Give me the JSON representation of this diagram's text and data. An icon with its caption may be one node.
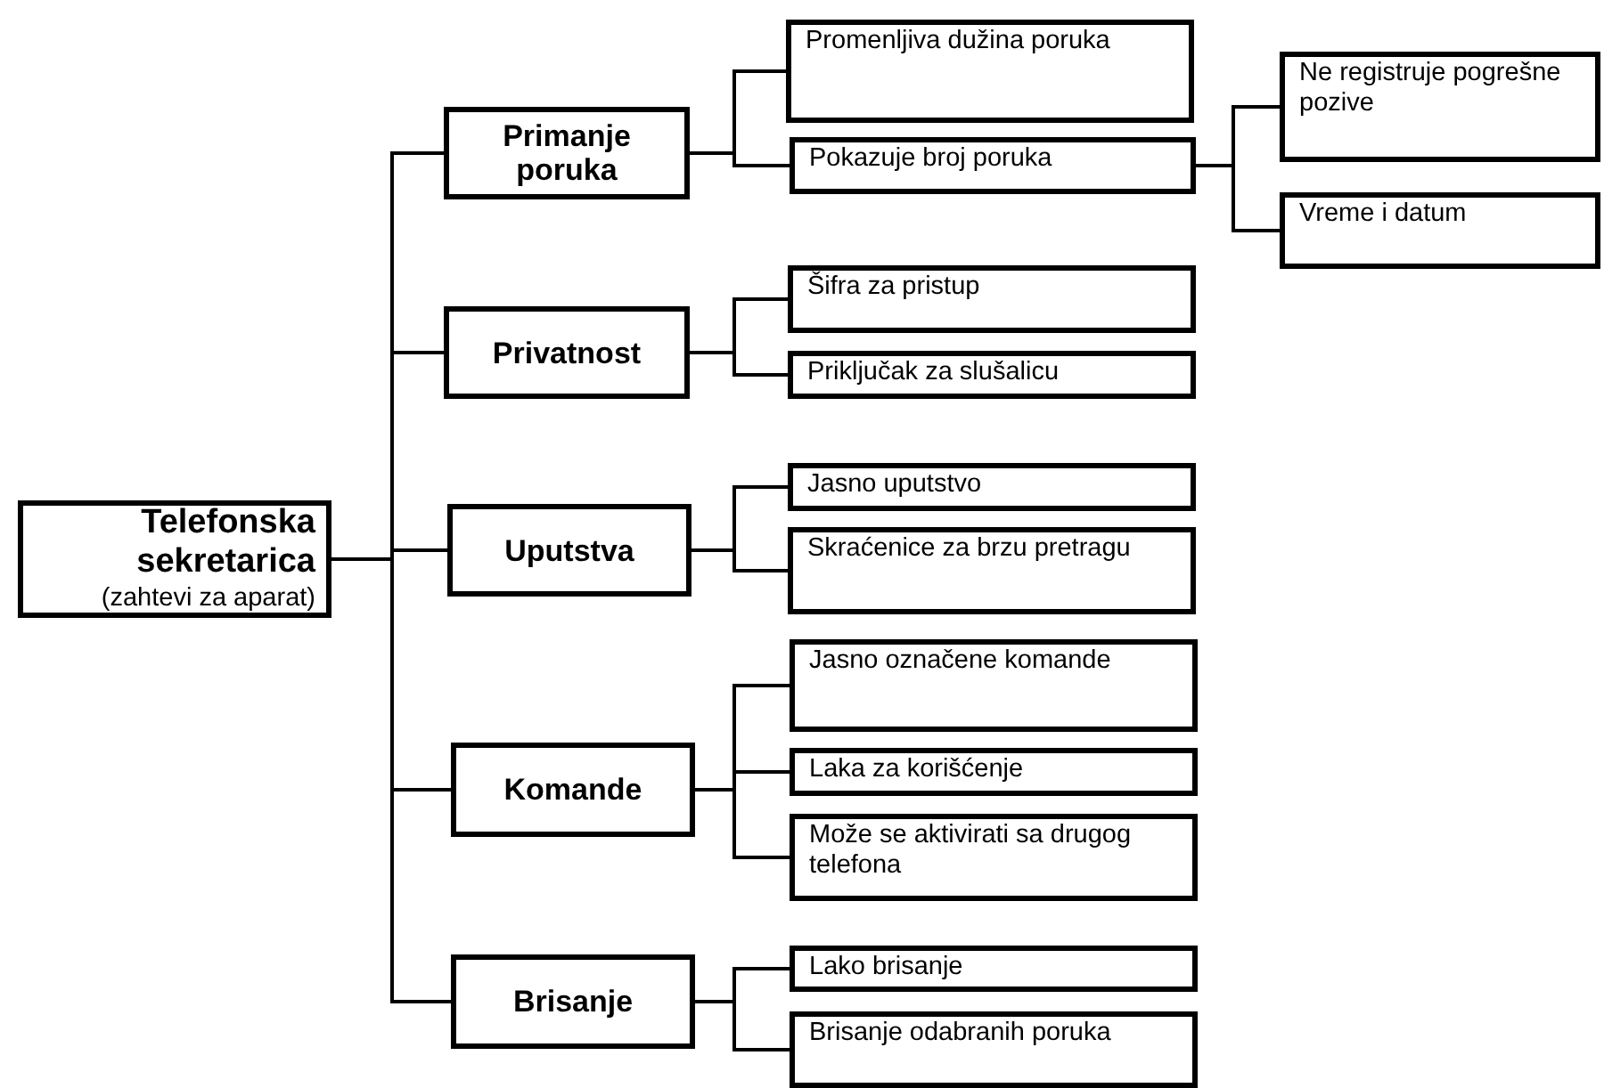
{
  "diagram": {
    "nodes": [
      {
        "text": [
          "Telefonska sekretarica",
          "(zahtevi za aparat)"
        ]
      },
      {
        "text": [
          "Primanje poruka"
        ]
      },
      {
        "text": [
          "Promenljiva dužina poruka"
        ]
      },
      {
        "text": [
          "Pokazuje broj poruka"
        ]
      },
      {
        "text": [
          "Ne registruje pogrešne pozive"
        ]
      },
      {
        "text": [
          "Vreme i datum"
        ]
      },
      {
        "text": [
          "Privatnost"
        ]
      },
      {
        "text": [
          "Šifra za pristup"
        ]
      },
      {
        "text": [
          "Priključak za slušalicu"
        ]
      },
      {
        "text": [
          "Uputstva"
        ]
      },
      {
        "text": [
          "Jasno uputstvo"
        ]
      },
      {
        "text": [
          "Skraćenice za brzu pretragu"
        ]
      },
      {
        "text": [
          "Komande"
        ]
      },
      {
        "text": [
          "Jasno označene komande"
        ]
      },
      {
        "text": [
          "Laka za korišćenje"
        ]
      },
      {
        "text": [
          "Može se aktivirati sa drugog telefona"
        ]
      },
      {
        "text": [
          "Brisanje"
        ]
      },
      {
        "text": [
          "Lako brisanje"
        ]
      },
      {
        "text": [
          "Brisanje odabranih poruka"
        ]
      }
    ],
    "edges": [
      {
        "from": 0,
        "to": 1,
        "arrow": "none"
      },
      {
        "from": 0,
        "to": 6,
        "arrow": "none"
      },
      {
        "from": 0,
        "to": 9,
        "arrow": "none"
      },
      {
        "from": 0,
        "to": 12,
        "arrow": "none"
      },
      {
        "from": 0,
        "to": 16,
        "arrow": "none"
      },
      {
        "from": 1,
        "to": 2,
        "arrow": "none"
      },
      {
        "from": 1,
        "to": 3,
        "arrow": "none"
      },
      {
        "from": 3,
        "to": 4,
        "arrow": "none"
      },
      {
        "from": 3,
        "to": 5,
        "arrow": "none"
      },
      {
        "from": 6,
        "to": 7,
        "arrow": "none"
      },
      {
        "from": 6,
        "to": 8,
        "arrow": "none"
      },
      {
        "from": 9,
        "to": 10,
        "arrow": "none"
      },
      {
        "from": 9,
        "to": 11,
        "arrow": "none"
      },
      {
        "from": 12,
        "to": 13,
        "arrow": "none"
      },
      {
        "from": 12,
        "to": 14,
        "arrow": "none"
      },
      {
        "from": 12,
        "to": 15,
        "arrow": "none"
      },
      {
        "from": 16,
        "to": 17,
        "arrow": "none"
      },
      {
        "from": 16,
        "to": 18,
        "arrow": "none"
      }
    ]
  }
}
